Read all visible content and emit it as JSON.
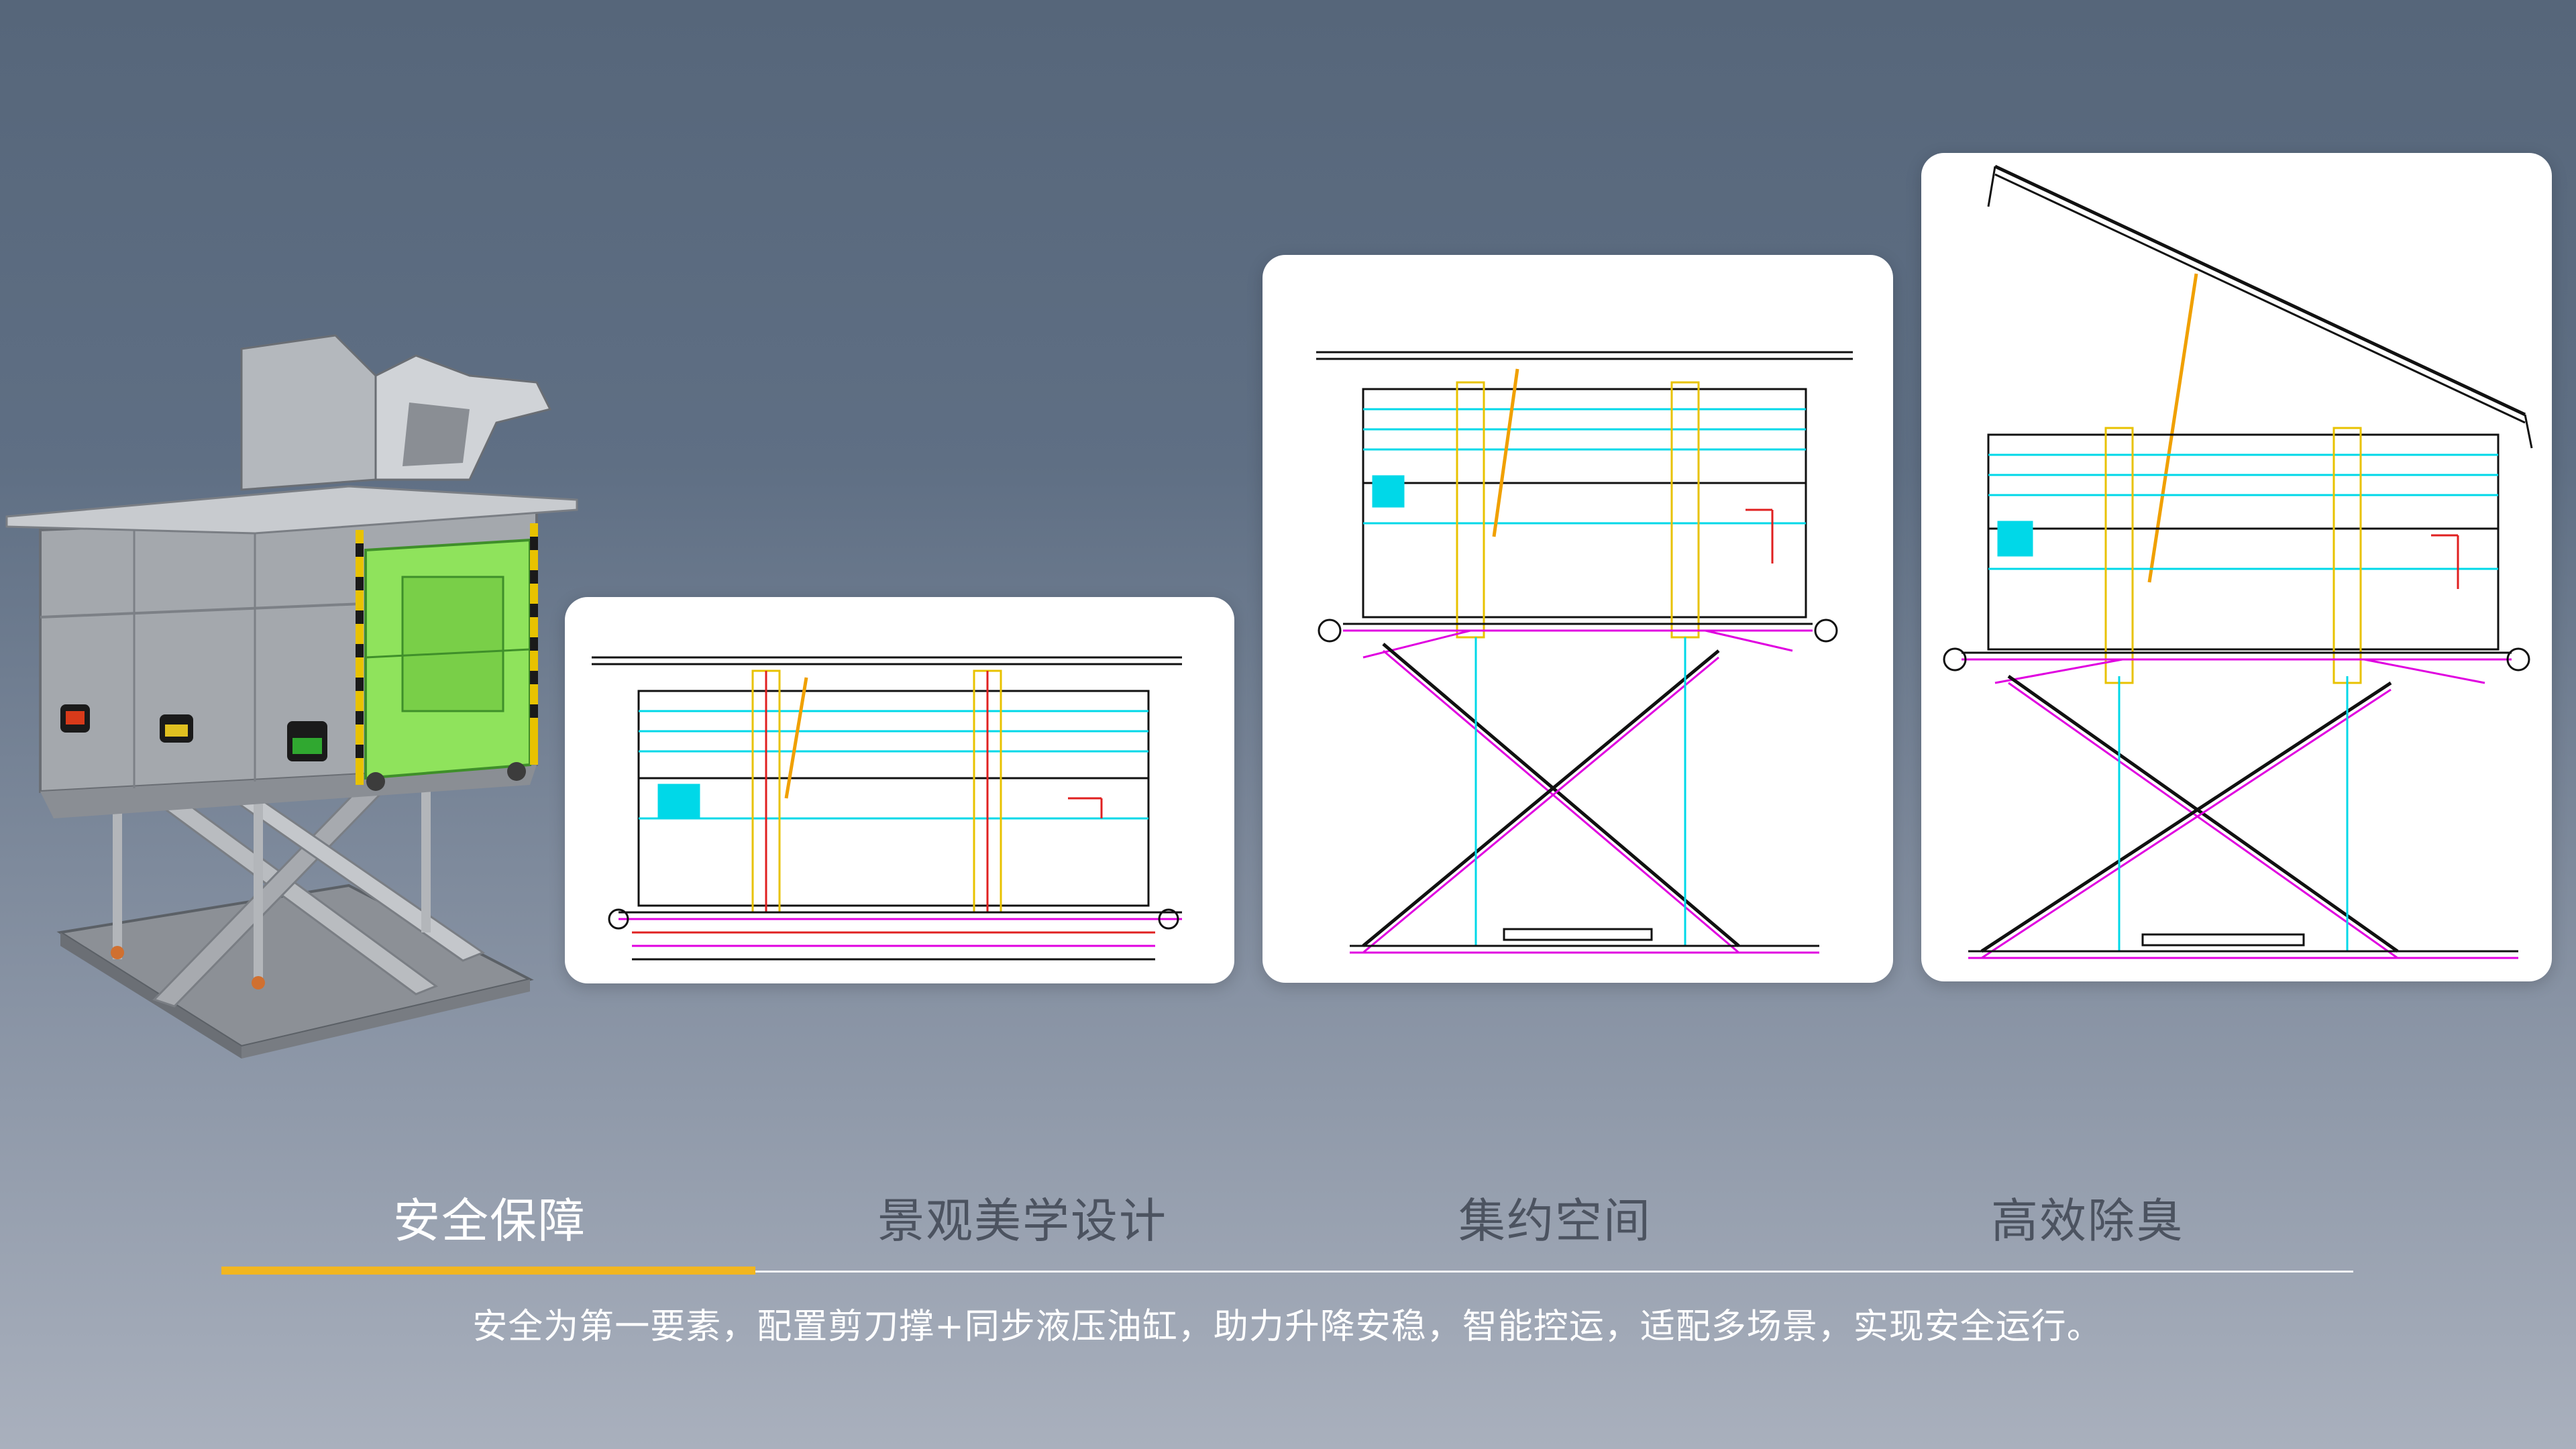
{
  "tabs": [
    {
      "label": "安全保障",
      "active": true
    },
    {
      "label": "景观美学设计",
      "active": false
    },
    {
      "label": "集约空间",
      "active": false
    },
    {
      "label": "高效除臭",
      "active": false
    }
  ],
  "description": "安全为第一要素，配置剪刀撑+同步液压油缸，助力升降安稳，智能控运，适配多场景，实现安全运行。",
  "colors": {
    "active_accent": "#f2b61f",
    "inactive_tab": "#4c5360",
    "container_green": "#8fe35c",
    "cad_cyan": "#00d8e8",
    "cad_magenta": "#e000e0",
    "cad_red": "#e02020",
    "cad_yellow": "#f0c000"
  },
  "images": [
    {
      "name": "product-render",
      "kind": "3d-render"
    },
    {
      "name": "lift-diagram-lowered",
      "kind": "cad-drawing"
    },
    {
      "name": "lift-diagram-raised",
      "kind": "cad-drawing"
    },
    {
      "name": "lift-diagram-raised-lid-open",
      "kind": "cad-drawing"
    }
  ]
}
